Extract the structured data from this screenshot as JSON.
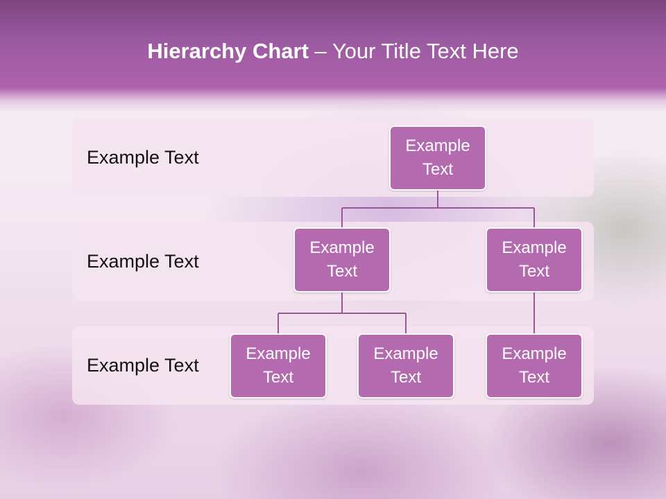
{
  "title": {
    "bold": "Hierarchy Chart",
    "rest": " – Your Title Text Here"
  },
  "colors": {
    "band": "#9a5aa0",
    "node_fill": "#b46aae",
    "node_border": "#ffffff",
    "connector": "#9c5698",
    "row_fill": "#f4e4f0"
  },
  "rows": [
    {
      "label": "Example Text"
    },
    {
      "label": "Example Text"
    },
    {
      "label": "Example Text"
    }
  ],
  "nodes": {
    "root": "Example Text",
    "level2_left": "Example Text",
    "level2_right": "Example Text",
    "level3_a": "Example Text",
    "level3_b": "Example Text",
    "level3_c": "Example Text"
  }
}
